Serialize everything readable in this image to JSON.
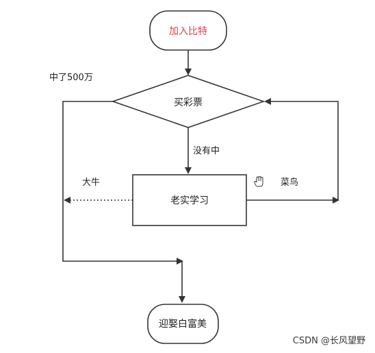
{
  "diagram": {
    "start_node": "加入比特",
    "decision_node": "买彩票",
    "process_node": "老实学习",
    "end_node": "迎娶白富美",
    "edge_labels": {
      "win": "中了500万",
      "lose": "没有中",
      "talent": "大牛",
      "rookie": "菜鸟"
    }
  },
  "watermark": "CSDN @长风望野",
  "colors": {
    "start_text": "#d9414f",
    "line": "#333333",
    "text": "#222222"
  },
  "icons": {
    "cursor": "hand-cursor-icon"
  }
}
